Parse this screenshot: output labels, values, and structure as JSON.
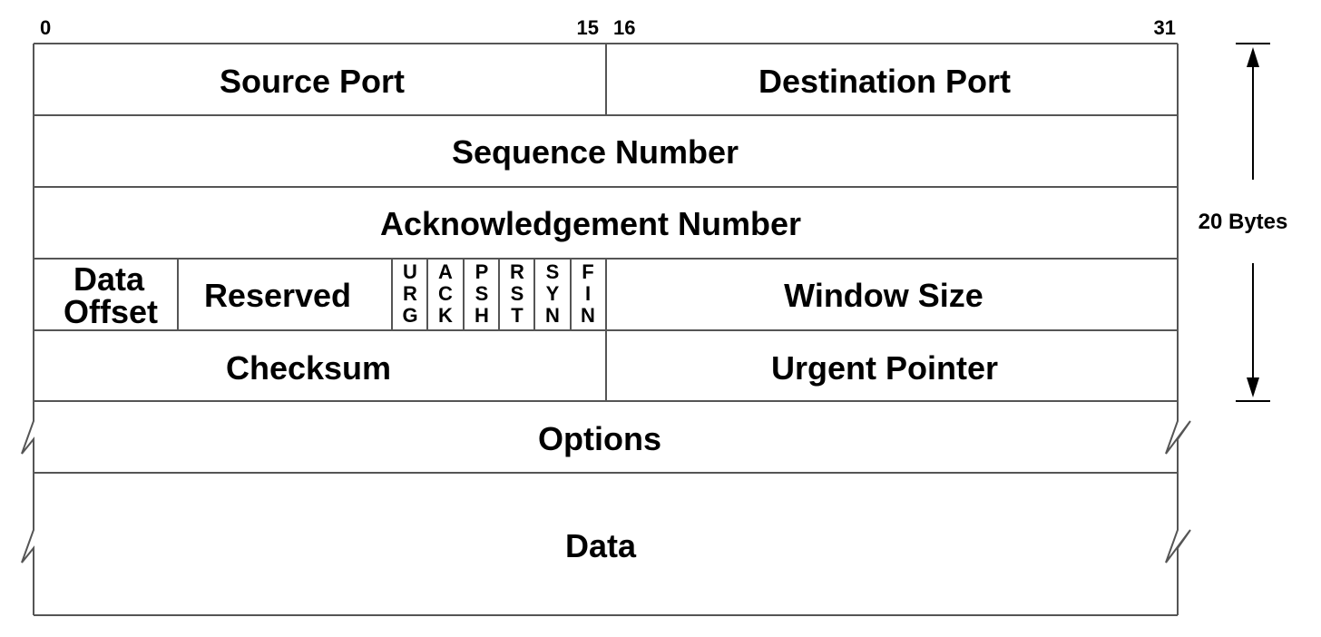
{
  "bit_labels": {
    "start": "0",
    "first_half_end": "15",
    "second_half_start": "16",
    "end": "31"
  },
  "fields": {
    "source_port": "Source Port",
    "destination_port": "Destination Port",
    "sequence_number": "Sequence Number",
    "acknowledgement_number": "Acknowledgement Number",
    "data_offset_line1": "Data",
    "data_offset_line2": "Offset",
    "reserved": "Reserved",
    "window_size": "Window Size",
    "checksum": "Checksum",
    "urgent_pointer": "Urgent Pointer",
    "options": "Options",
    "data": "Data"
  },
  "flags": [
    {
      "name": "URG",
      "letters": [
        "U",
        "R",
        "G"
      ]
    },
    {
      "name": "ACK",
      "letters": [
        "A",
        "C",
        "K"
      ]
    },
    {
      "name": "PSH",
      "letters": [
        "P",
        "S",
        "H"
      ]
    },
    {
      "name": "RST",
      "letters": [
        "R",
        "S",
        "T"
      ]
    },
    {
      "name": "SYN",
      "letters": [
        "S",
        "Y",
        "N"
      ]
    },
    {
      "name": "FIN",
      "letters": [
        "F",
        "I",
        "N"
      ]
    }
  ],
  "header_size": "20 Bytes"
}
